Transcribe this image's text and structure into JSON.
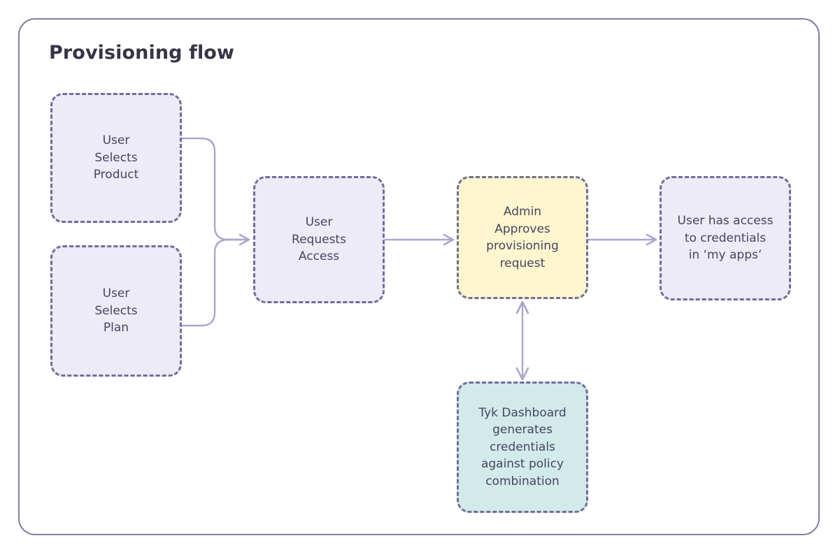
{
  "diagram": {
    "title": "Provisioning flow",
    "type": "flowchart",
    "frame_color": "#7f7fa6",
    "title_color": "#353546",
    "node_border_color": "#6e6e99",
    "node_text_color": "#454560",
    "connector_color": "#a7a7ce",
    "nodes": [
      {
        "id": "user-selects-product",
        "label": "User\nSelects\nProduct",
        "fill": "#ecebf6",
        "style": "dashed"
      },
      {
        "id": "user-selects-plan",
        "label": "User\nSelects\nPlan",
        "fill": "#ecebf6",
        "style": "dashed"
      },
      {
        "id": "user-requests-access",
        "label": "User\nRequests\nAccess",
        "fill": "#ecebf6",
        "style": "dashed"
      },
      {
        "id": "admin-approves",
        "label": "Admin\nApproves\nprovisioning\nrequest",
        "fill": "#fdf6ce",
        "style": "dashed"
      },
      {
        "id": "user-has-access",
        "label": "User has access\nto credentials\nin ‘my apps’",
        "fill": "#ecebf6",
        "style": "dashed"
      },
      {
        "id": "tyk-dashboard",
        "label": "Tyk Dashboard\ngenerates\ncredentials\nagainst policy\ncombination",
        "fill": "#d3eaea",
        "style": "dashed"
      }
    ],
    "edges": [
      {
        "id": "product-to-request",
        "from": "user-selects-product",
        "to": "user-requests-access",
        "arrow": "single",
        "shape": "elbow-merge"
      },
      {
        "id": "plan-to-request",
        "from": "user-selects-plan",
        "to": "user-requests-access",
        "arrow": "single",
        "shape": "elbow-merge"
      },
      {
        "id": "request-to-admin",
        "from": "user-requests-access",
        "to": "admin-approves",
        "arrow": "single",
        "shape": "straight"
      },
      {
        "id": "admin-to-access",
        "from": "admin-approves",
        "to": "user-has-access",
        "arrow": "single",
        "shape": "straight"
      },
      {
        "id": "admin-tyk-bidirectional",
        "from": "admin-approves",
        "to": "tyk-dashboard",
        "arrow": "double",
        "shape": "straight"
      }
    ]
  }
}
